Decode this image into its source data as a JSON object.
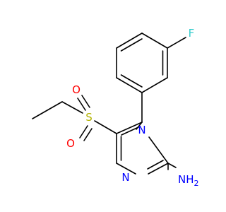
{
  "molecule": {
    "atoms": {
      "fluorine": {
        "label": "F",
        "color": "#33cccc"
      },
      "sulfur": {
        "label": "S",
        "color": "#b2b200"
      },
      "oxygen_top": {
        "label": "O",
        "color": "#ff0000"
      },
      "oxygen_bottom": {
        "label": "O",
        "color": "#ff0000"
      },
      "nitrogen_ring_upper": {
        "label": "N",
        "color": "#0000ff"
      },
      "nitrogen_ring_lower": {
        "label": "N",
        "color": "#0000ff"
      },
      "amine": {
        "label": "NH",
        "subscript": "2",
        "color": "#0000ff"
      }
    },
    "bond_color": "#000000"
  }
}
